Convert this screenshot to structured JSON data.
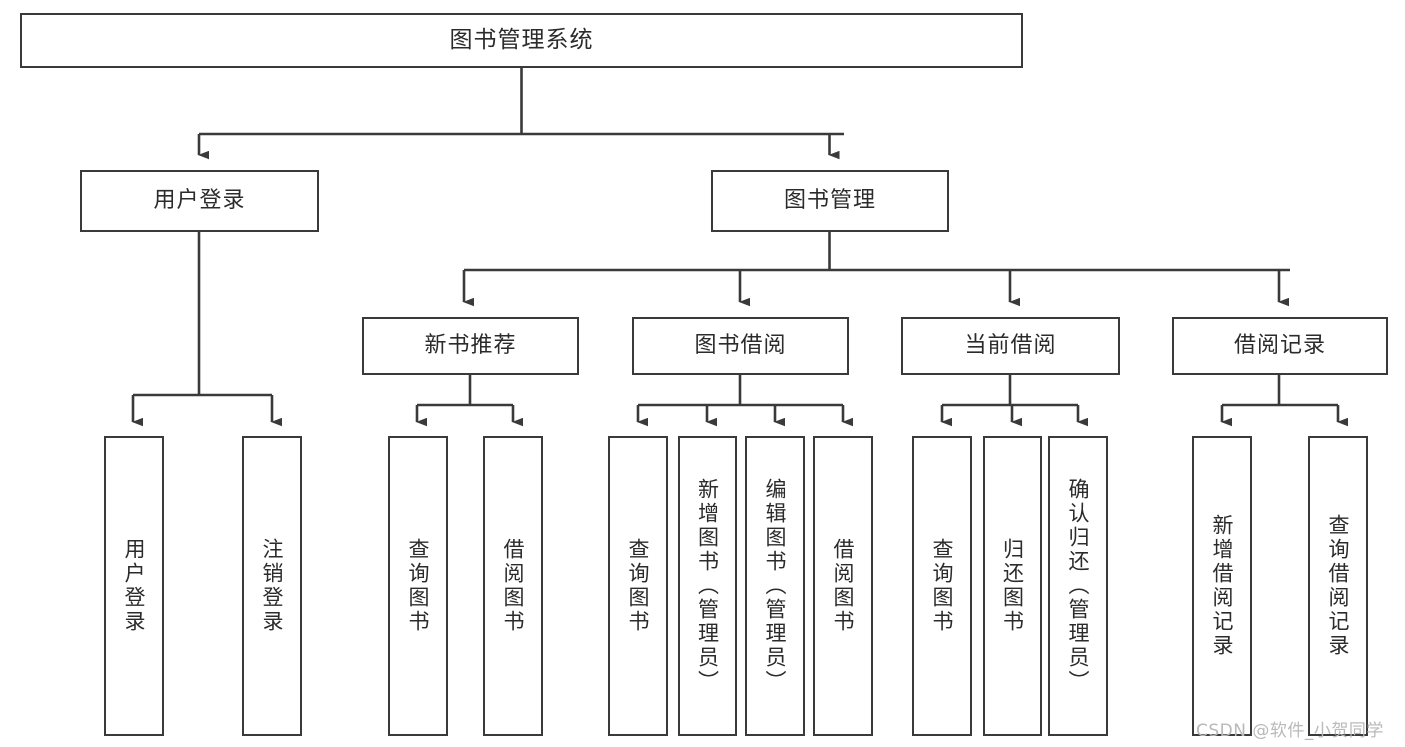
{
  "diagram": {
    "type": "tree-hierarchy",
    "title": "图书管理系统",
    "orientation": "top-down",
    "colors": {
      "box_border": "#3a3a3a",
      "box_fill": "#ffffff",
      "edge": "#3a3a3a",
      "text": "#2b2b2b",
      "watermark": "#b9b9b9",
      "background": "#ffffff"
    }
  },
  "nodes": {
    "root": {
      "label": "图书管理系统"
    },
    "level2": [
      {
        "id": "user-login",
        "label": "用户登录"
      },
      {
        "id": "book-manage",
        "label": "图书管理"
      }
    ],
    "level3": [
      {
        "id": "new-book-recommend",
        "label": "新书推荐"
      },
      {
        "id": "book-borrow",
        "label": "图书借阅"
      },
      {
        "id": "current-borrow",
        "label": "当前借阅"
      },
      {
        "id": "borrow-record",
        "label": "借阅记录"
      }
    ],
    "leaves": [
      {
        "id": "leaf-user-login",
        "label": "用户登录",
        "parent": "user-login"
      },
      {
        "id": "leaf-logout",
        "label": "注销登录",
        "parent": "user-login"
      },
      {
        "id": "leaf-query-book-1",
        "label": "查询图书",
        "parent": "new-book-recommend"
      },
      {
        "id": "leaf-borrow-book-1",
        "label": "借阅图书",
        "parent": "new-book-recommend"
      },
      {
        "id": "leaf-query-book-2",
        "label": "查询图书",
        "parent": "book-borrow"
      },
      {
        "id": "leaf-add-book",
        "label": "新增图书（管理员）",
        "parent": "book-borrow"
      },
      {
        "id": "leaf-edit-book",
        "label": "编辑图书（管理员）",
        "parent": "book-borrow"
      },
      {
        "id": "leaf-borrow-book-2",
        "label": "借阅图书",
        "parent": "book-borrow"
      },
      {
        "id": "leaf-query-book-3",
        "label": "查询图书",
        "parent": "current-borrow"
      },
      {
        "id": "leaf-return-book",
        "label": "归还图书",
        "parent": "current-borrow"
      },
      {
        "id": "leaf-confirm-return",
        "label": "确认归还（管理员）",
        "parent": "current-borrow"
      },
      {
        "id": "leaf-add-record",
        "label": "新增借阅记录",
        "parent": "borrow-record"
      },
      {
        "id": "leaf-query-record",
        "label": "查询借阅记录",
        "parent": "borrow-record"
      }
    ]
  },
  "watermark": {
    "text": "CSDN @软件_小贺同学"
  }
}
